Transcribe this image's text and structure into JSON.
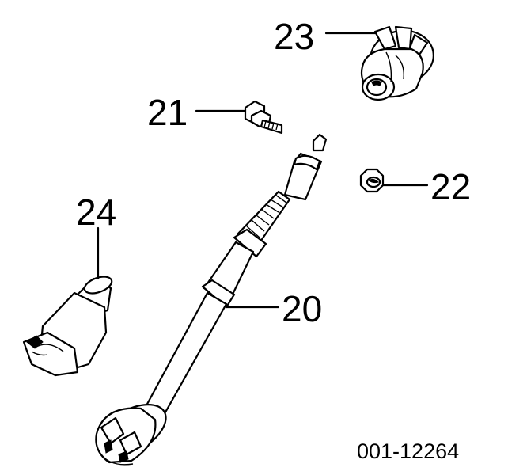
{
  "callouts": {
    "c20": "20",
    "c21": "21",
    "c22": "22",
    "c23": "23",
    "c24": "24"
  },
  "reference_number": "001-12264"
}
